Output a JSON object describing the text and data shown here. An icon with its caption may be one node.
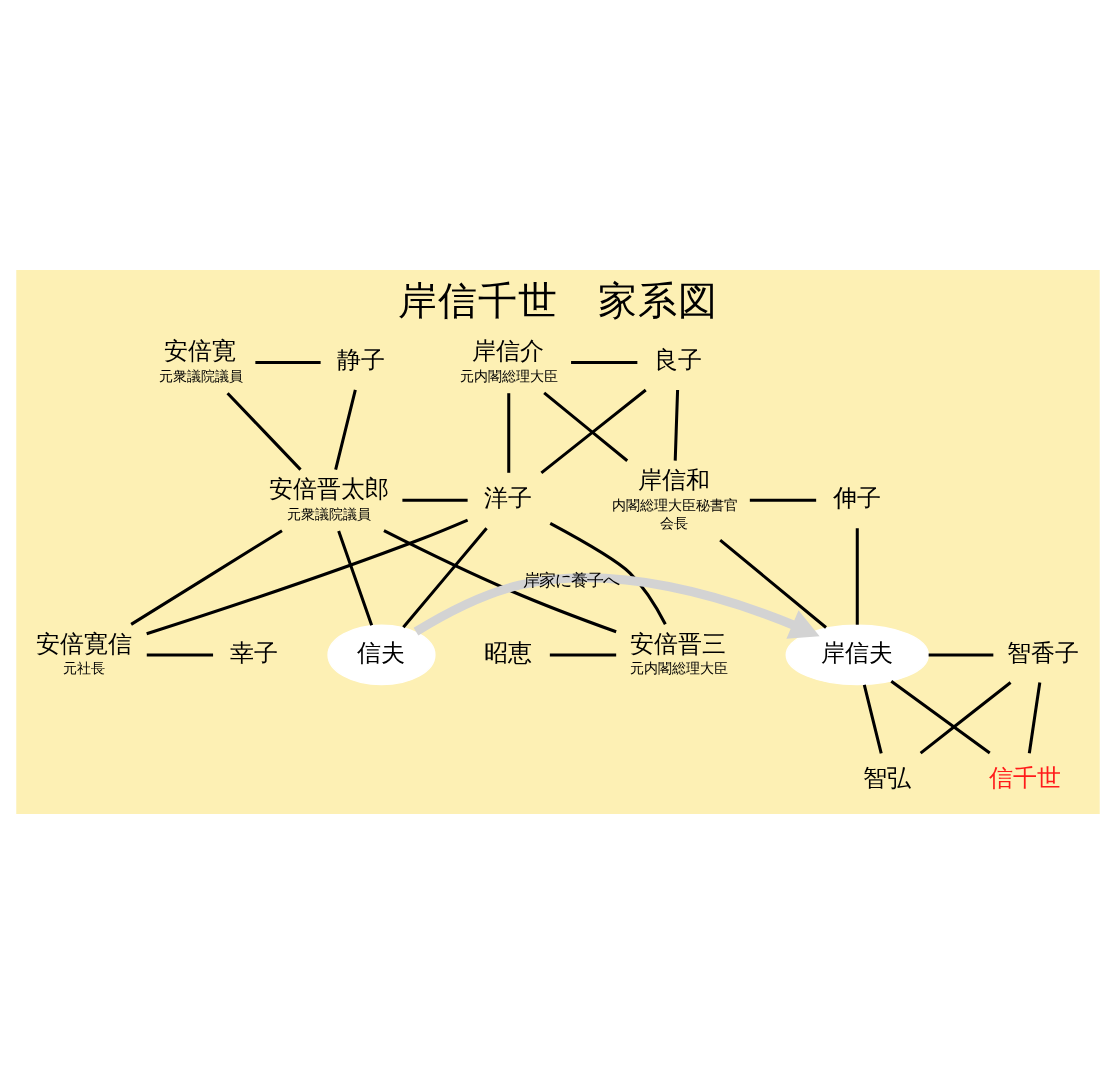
{
  "diagram": {
    "title": "岸信千世　家系図",
    "nodes": [
      {
        "text": [
          "安倍寛"
        ],
        "beside": [
          "元衆議院議員"
        ]
      },
      {
        "text": [
          "静子"
        ]
      },
      {
        "text": [
          "岸信介"
        ],
        "beside": [
          "元内閣総理大臣"
        ]
      },
      {
        "text": [
          "良子"
        ]
      },
      {
        "text": [
          "安倍晋太郎"
        ],
        "beside": [
          "元衆議院議員"
        ]
      },
      {
        "text": [
          "洋子"
        ]
      },
      {
        "text": [
          "岸信和"
        ],
        "beside": [
          "内閣総理大臣秘書官",
          "会長"
        ]
      },
      {
        "text": [
          "伸子"
        ]
      },
      {
        "text": [
          "信夫"
        ]
      },
      {
        "text": [
          "昭恵"
        ]
      },
      {
        "text": [
          "安倍晋三"
        ],
        "beside": [
          "元内閣総理大臣"
        ]
      },
      {
        "text": [
          "安倍寛信"
        ],
        "beside": [
          "元社長"
        ]
      },
      {
        "text": [
          "幸子"
        ]
      },
      {
        "text": [
          "岸信夫"
        ]
      },
      {
        "text": [
          "智香子"
        ]
      },
      {
        "text": [
          "智弘"
        ]
      },
      {
        "text": [
          "信千世"
        ]
      }
    ],
    "edges": [
      {
        "from": 0,
        "to": 1,
        "arrow": "none"
      },
      {
        "from": 0,
        "to": 4,
        "arrow": "none"
      },
      {
        "from": 1,
        "to": 4,
        "arrow": "none"
      },
      {
        "from": 2,
        "to": 3,
        "arrow": "none"
      },
      {
        "from": 2,
        "to": 5,
        "arrow": "none"
      },
      {
        "from": 3,
        "to": 5,
        "arrow": "none"
      },
      {
        "from": 2,
        "to": 6,
        "arrow": "none"
      },
      {
        "from": 3,
        "to": 6,
        "arrow": "none"
      },
      {
        "from": 4,
        "to": 5,
        "arrow": "none"
      },
      {
        "from": 4,
        "to": 8,
        "arrow": "none"
      },
      {
        "from": 5,
        "to": 8,
        "arrow": "none"
      },
      {
        "from": 4,
        "to": 10,
        "arrow": "none"
      },
      {
        "from": 5,
        "to": 10,
        "arrow": "none"
      },
      {
        "from": 4,
        "to": 11,
        "arrow": "none"
      },
      {
        "from": 5,
        "to": 11,
        "arrow": "none"
      },
      {
        "from": 6,
        "to": 7,
        "arrow": "none"
      },
      {
        "from": 6,
        "to": 13,
        "arrow": "none"
      },
      {
        "from": 7,
        "to": 13,
        "arrow": "none"
      },
      {
        "from": 9,
        "to": 10,
        "arrow": "none"
      },
      {
        "from": 11,
        "to": 12,
        "arrow": "none"
      },
      {
        "from": 13,
        "to": 14,
        "arrow": "none"
      },
      {
        "from": 13,
        "to": 15,
        "arrow": "none"
      },
      {
        "from": 14,
        "to": 15,
        "arrow": "none"
      },
      {
        "from": 13,
        "to": 16,
        "arrow": "none"
      },
      {
        "from": 14,
        "to": 16,
        "arrow": "none"
      },
      {
        "from": 8,
        "to": 13,
        "arrow": "to",
        "label": "岸家に養子へ",
        "style": "thick",
        "color": "#d3d3d3"
      }
    ]
  }
}
